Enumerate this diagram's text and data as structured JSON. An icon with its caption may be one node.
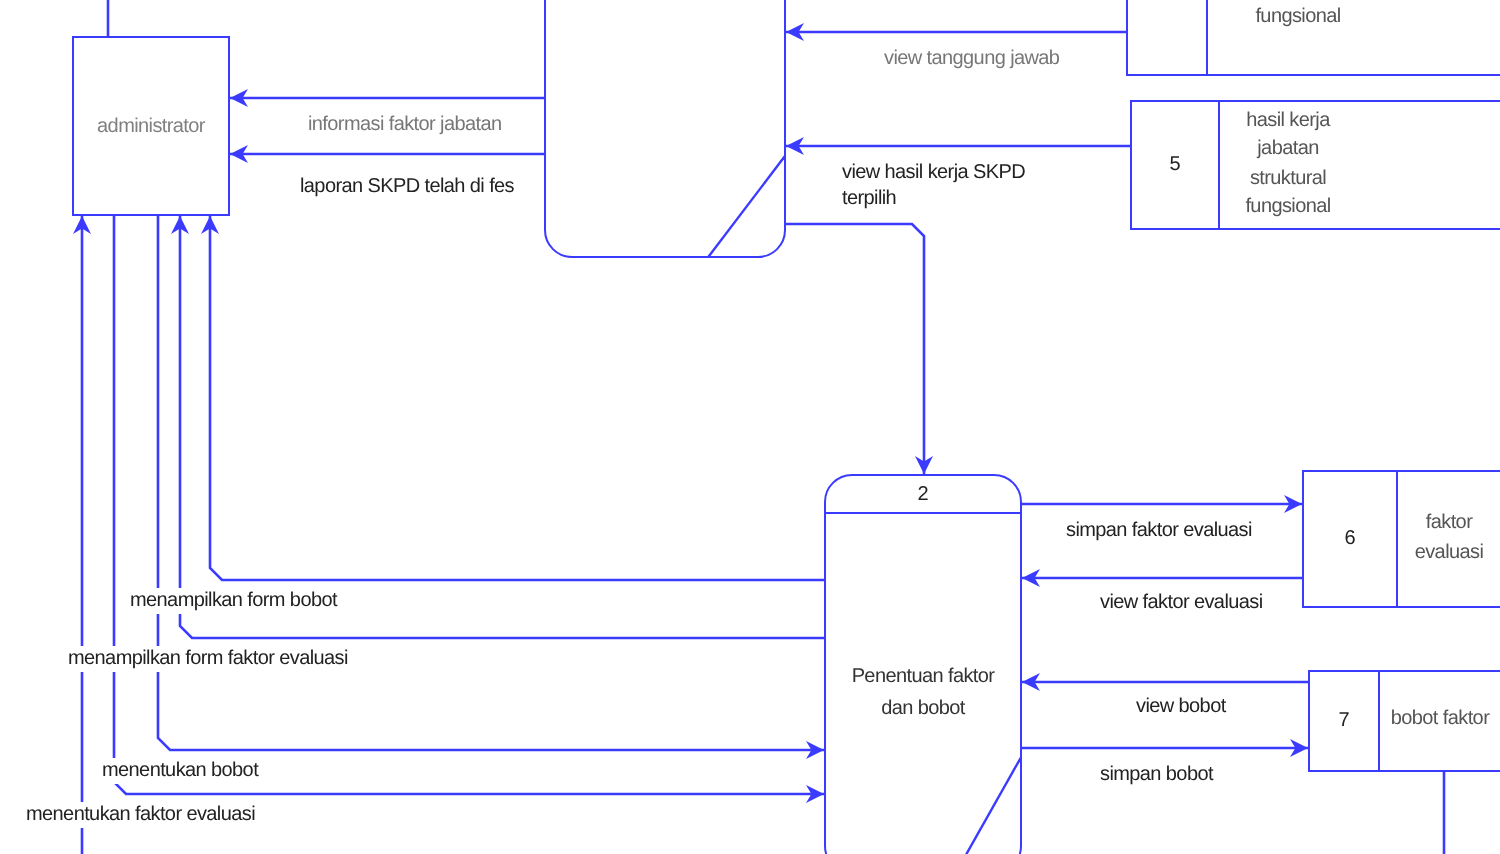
{
  "diagram": {
    "nodes": [
      {
        "text": [
          "administrator"
        ]
      },
      {
        "text": [],
        "shape": "box"
      },
      {
        "text": [
          "fungsional"
        ]
      },
      {
        "text": [
          "5",
          "hasil kerja jabatan struktural fungsional"
        ]
      },
      {
        "text": [
          "2",
          "Penentuan faktor dan bobot"
        ]
      },
      {
        "text": [
          "6",
          "faktor evaluasi"
        ]
      },
      {
        "text": [
          "7",
          "bobot faktor"
        ]
      }
    ],
    "edges": [
      {
        "from": 1,
        "to": 0,
        "arrow": "to",
        "label": "informasi faktor jabatan"
      },
      {
        "from": 1,
        "to": 0,
        "arrow": "to",
        "label": "laporan SKPD telah di fes"
      },
      {
        "from": 2,
        "to": 1,
        "arrow": "to",
        "label": "view tanggung jawab"
      },
      {
        "from": 3,
        "to": 1,
        "arrow": "to",
        "label": "view hasil kerja SKPD terpilih"
      },
      {
        "from": 1,
        "to": 4,
        "arrow": "to"
      },
      {
        "from": 4,
        "to": 0,
        "arrow": "to",
        "label": "menampilkan form bobot"
      },
      {
        "from": 4,
        "to": 0,
        "arrow": "to",
        "label": "menampilkan form faktor evaluasi"
      },
      {
        "from": 0,
        "to": 4,
        "arrow": "to",
        "label": "menentukan bobot"
      },
      {
        "from": 0,
        "to": 4,
        "arrow": "to",
        "label": "menentukan faktor evaluasi"
      },
      {
        "from": null,
        "to": 0,
        "arrow": "to"
      },
      {
        "from": 0,
        "to": null,
        "arrow": "none"
      },
      {
        "from": 4,
        "to": 5,
        "arrow": "to",
        "label": "simpan faktor evaluasi"
      },
      {
        "from": 5,
        "to": 4,
        "arrow": "to",
        "label": "view faktor evaluasi"
      },
      {
        "from": 6,
        "to": 4,
        "arrow": "to",
        "label": "view bobot"
      },
      {
        "from": 4,
        "to": 6,
        "arrow": "to",
        "label": "simpan bobot"
      },
      {
        "from": 6,
        "to": null,
        "arrow": "none"
      }
    ]
  }
}
